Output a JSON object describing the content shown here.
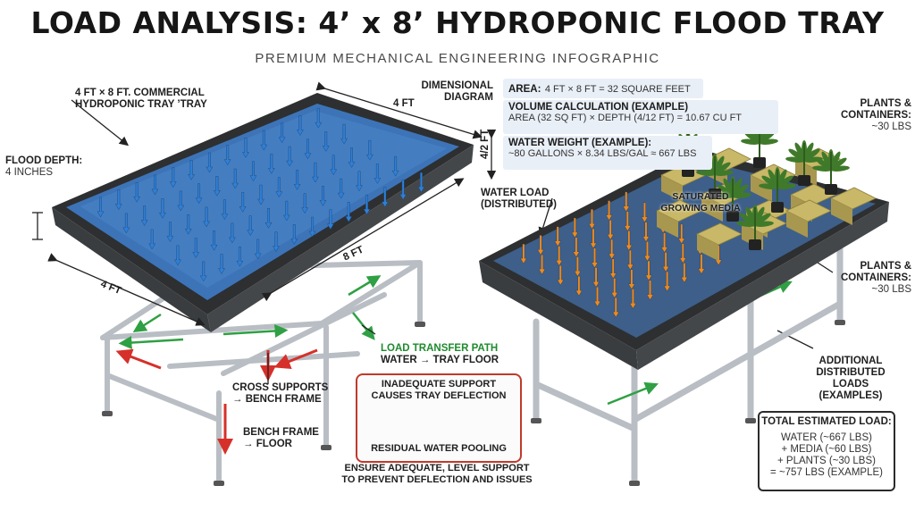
{
  "header": {
    "title": "LOAD ANALYSIS: 4’ x 8’ HYDROPONIC FLOOD TRAY",
    "subtitle": "PREMIUM MECHANICAL ENGINEERING INFOGRAPHIC"
  },
  "left_panel": {
    "tray_label_line1": "4 FT × 8 FT. COMMERCIAL",
    "tray_label_line2": "HYDROPONIC TRAY ’TRAY",
    "flood_depth_title": "FLOOD DEPTH:",
    "flood_depth_value": "4 INCHES",
    "dim_top": "4 FT",
    "dim_side": "4/2 FT",
    "dim_length": "8 FT",
    "dim_width": "4 FT",
    "load_path_title": "LOAD TRANSFER PATH",
    "load_path_sub": "WATER → TRAY FLOOR",
    "cross_supports_line1": "CROSS SUPPORTS",
    "cross_supports_line2": "→ BENCH FRAME",
    "bench_frame_line1": "BENCH FRAME",
    "bench_frame_line2": "→ FLOOR"
  },
  "dimensional": {
    "label_line1": "DIMENSIONAL",
    "label_line2": "DIAGRAM",
    "area_title": "AREA:",
    "area_value": "4 FT × 8 FT = 32 SQUARE FEET",
    "volume_title": "VOLUME CALCULATION (EXAMPLE)",
    "volume_value": "AREA (32 SQ FT) × DEPTH (4/12 FT) = 10.67 CU FT",
    "weight_title": "WATER WEIGHT (EXAMPLE):",
    "weight_value": "~80 GALLONS × 8.34 LBS/GAL ≈ 667 LBS"
  },
  "deflection": {
    "title_line1": "INADEQUATE SUPPORT",
    "title_line2": "CAUSES TRAY DEFLECTION",
    "pooling": "RESIDUAL WATER POOLING",
    "note_line1": "ENSURE ADEQUATE, LEVEL SUPPORT",
    "note_line2": "TO PREVENT DEFLECTION AND ISSUES"
  },
  "right_panel": {
    "water_load_line1": "WATER LOAD",
    "water_load_line2": "(DISTRIBUTED)",
    "media_line1": "SATURATED",
    "media_line2": "GROWING MEDIA",
    "plants_top_line1": "PLANTS &",
    "plants_top_line2": "CONTAINERS:",
    "plants_top_value": "~30 LBS",
    "plants_mid_line1": "PLANTS &",
    "plants_mid_line2": "CONTAINERS:",
    "plants_mid_value": "~30 LBS",
    "additional_line1": "ADDITIONAL",
    "additional_line2": "DISTRIBUTED LOADS",
    "additional_line3": "(EXAMPLES)"
  },
  "total": {
    "title": "TOTAL ESTIMATED LOAD:",
    "water": "WATER (~667 LBS)",
    "media": "+ MEDIA (~60 LBS)",
    "plants": "+ PLANTS (~30 LBS)",
    "sum": "= ~757 LBS (EXAMPLE)"
  },
  "colors": {
    "water_arrow": "#2f7fd6",
    "water_fill": "#3d74b8",
    "tray": "#3a3d40",
    "frame": "#b9bec4",
    "load_path": "#2fa043",
    "reaction": "#d6302a",
    "dist_arrow": "#f08a1c",
    "media": "#c9b867",
    "plant": "#3f7a2a"
  }
}
